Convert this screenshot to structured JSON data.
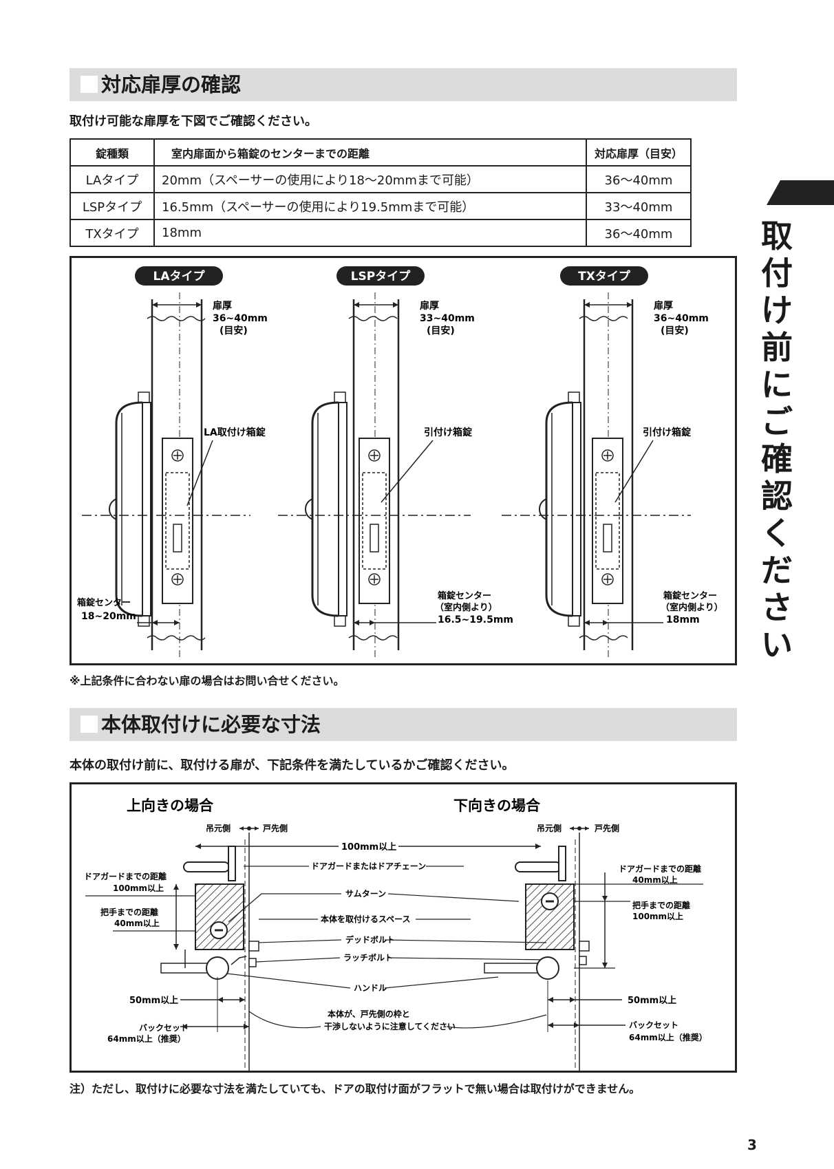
{
  "section1": {
    "title": "対応扉厚の確認",
    "lead": "取付け可能な扉厚を下図でご確認ください。",
    "table": {
      "headers": [
        "錠種類",
        "室内扉面から箱錠のセンターまでの距離",
        "対応扉厚（目安）"
      ],
      "rows": [
        [
          "LAタイプ",
          "20mm（スペーサーの使用により18～20mmまで可能）",
          "36～40mm"
        ],
        [
          "LSPタイプ",
          "16.5mm（スペーサーの使用により19.5mmまで可能）",
          "33～40mm"
        ],
        [
          "TXタイプ",
          "18mm",
          "36～40mm"
        ]
      ]
    },
    "diagrams": [
      {
        "type_label": "LAタイプ",
        "door_thickness_label": "扉厚",
        "door_thickness": "36~40mm",
        "guide": "(目安)",
        "lock_label": "LA取付け箱錠",
        "center_label": "箱錠センター",
        "center_sub": "",
        "center_value": "18~20mm"
      },
      {
        "type_label": "LSPタイプ",
        "door_thickness_label": "扉厚",
        "door_thickness": "33~40mm",
        "guide": "(目安)",
        "lock_label": "引付け箱錠",
        "center_label": "箱錠センター",
        "center_sub": "（室内側より）",
        "center_value": "16.5~19.5mm"
      },
      {
        "type_label": "TXタイプ",
        "door_thickness_label": "扉厚",
        "door_thickness": "36~40mm",
        "guide": "(目安)",
        "lock_label": "引付け箱錠",
        "center_label": "箱錠センター",
        "center_sub": "（室内側より）",
        "center_value": "18mm"
      }
    ],
    "note": "※上記条件に合わない扉の場合はお問い合せください。"
  },
  "section2": {
    "title": "本体取付けに必要な寸法",
    "lead": "本体の取付け前に、取付ける扉が、下記条件を満たしているかご確認ください。",
    "upward_title": "上向きの場合",
    "downward_title": "下向きの場合",
    "hinge_side": "吊元側",
    "edge_side": "戸先側",
    "labels": {
      "width": "100mm以上",
      "door_guard": "ドアガードまたはドアチェーン",
      "thumbturn": "サムターン",
      "space": "本体を取付けるスペース",
      "deadbolt": "デッドボルト",
      "latchbolt": "ラッチボルト",
      "handle": "ハンドル",
      "interfere_1": "本体が、戸先側の枠と",
      "interfere_2": "干渉しないように注意してください"
    },
    "up_side": {
      "guard_dist_1": "ドアガードまでの距離",
      "guard_dist_2": "100mm以上",
      "handle_dist_1": "把手までの距離",
      "handle_dist_2": "40mm以上",
      "fifty": "50mm以上",
      "backset_1": "バックセット",
      "backset_2": "64mm以上（推奨）"
    },
    "down_side": {
      "guard_dist_1": "ドアガードまでの距離",
      "guard_dist_2": "40mm以上",
      "handle_dist_1": "把手までの距離",
      "handle_dist_2": "100mm以上",
      "fifty": "50mm以上",
      "backset_1": "バックセット",
      "backset_2": "64mm以上（推奨）"
    },
    "note": "注）ただし、取付けに必要な寸法を満たしていても、ドアの取付け面がフラットで無い場合は取付けができません。"
  },
  "side_tab_title": "取付け前にご確認ください",
  "page_number": "3"
}
